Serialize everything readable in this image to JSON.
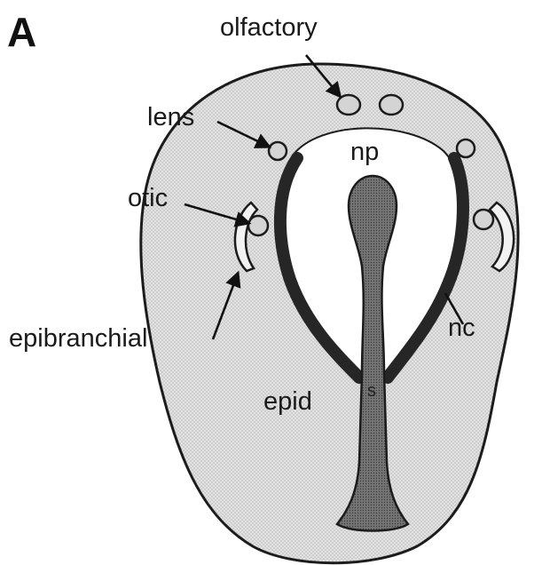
{
  "panel_label": "A",
  "labels": {
    "olfactory": "olfactory",
    "lens": "lens",
    "otic": "otic",
    "epibranchial": "epibranchial",
    "np": "np",
    "nc": "nc",
    "epid": "epid",
    "s": "s"
  },
  "colors": {
    "epidermis_fill": "#dcdcdc",
    "outline": "#1c1c1c",
    "neural_crest": "#2b2b2b",
    "spine_fill": "#6e6e6e",
    "neural_plate": "#ffffff",
    "placode_fill": "#d4d4d4"
  }
}
